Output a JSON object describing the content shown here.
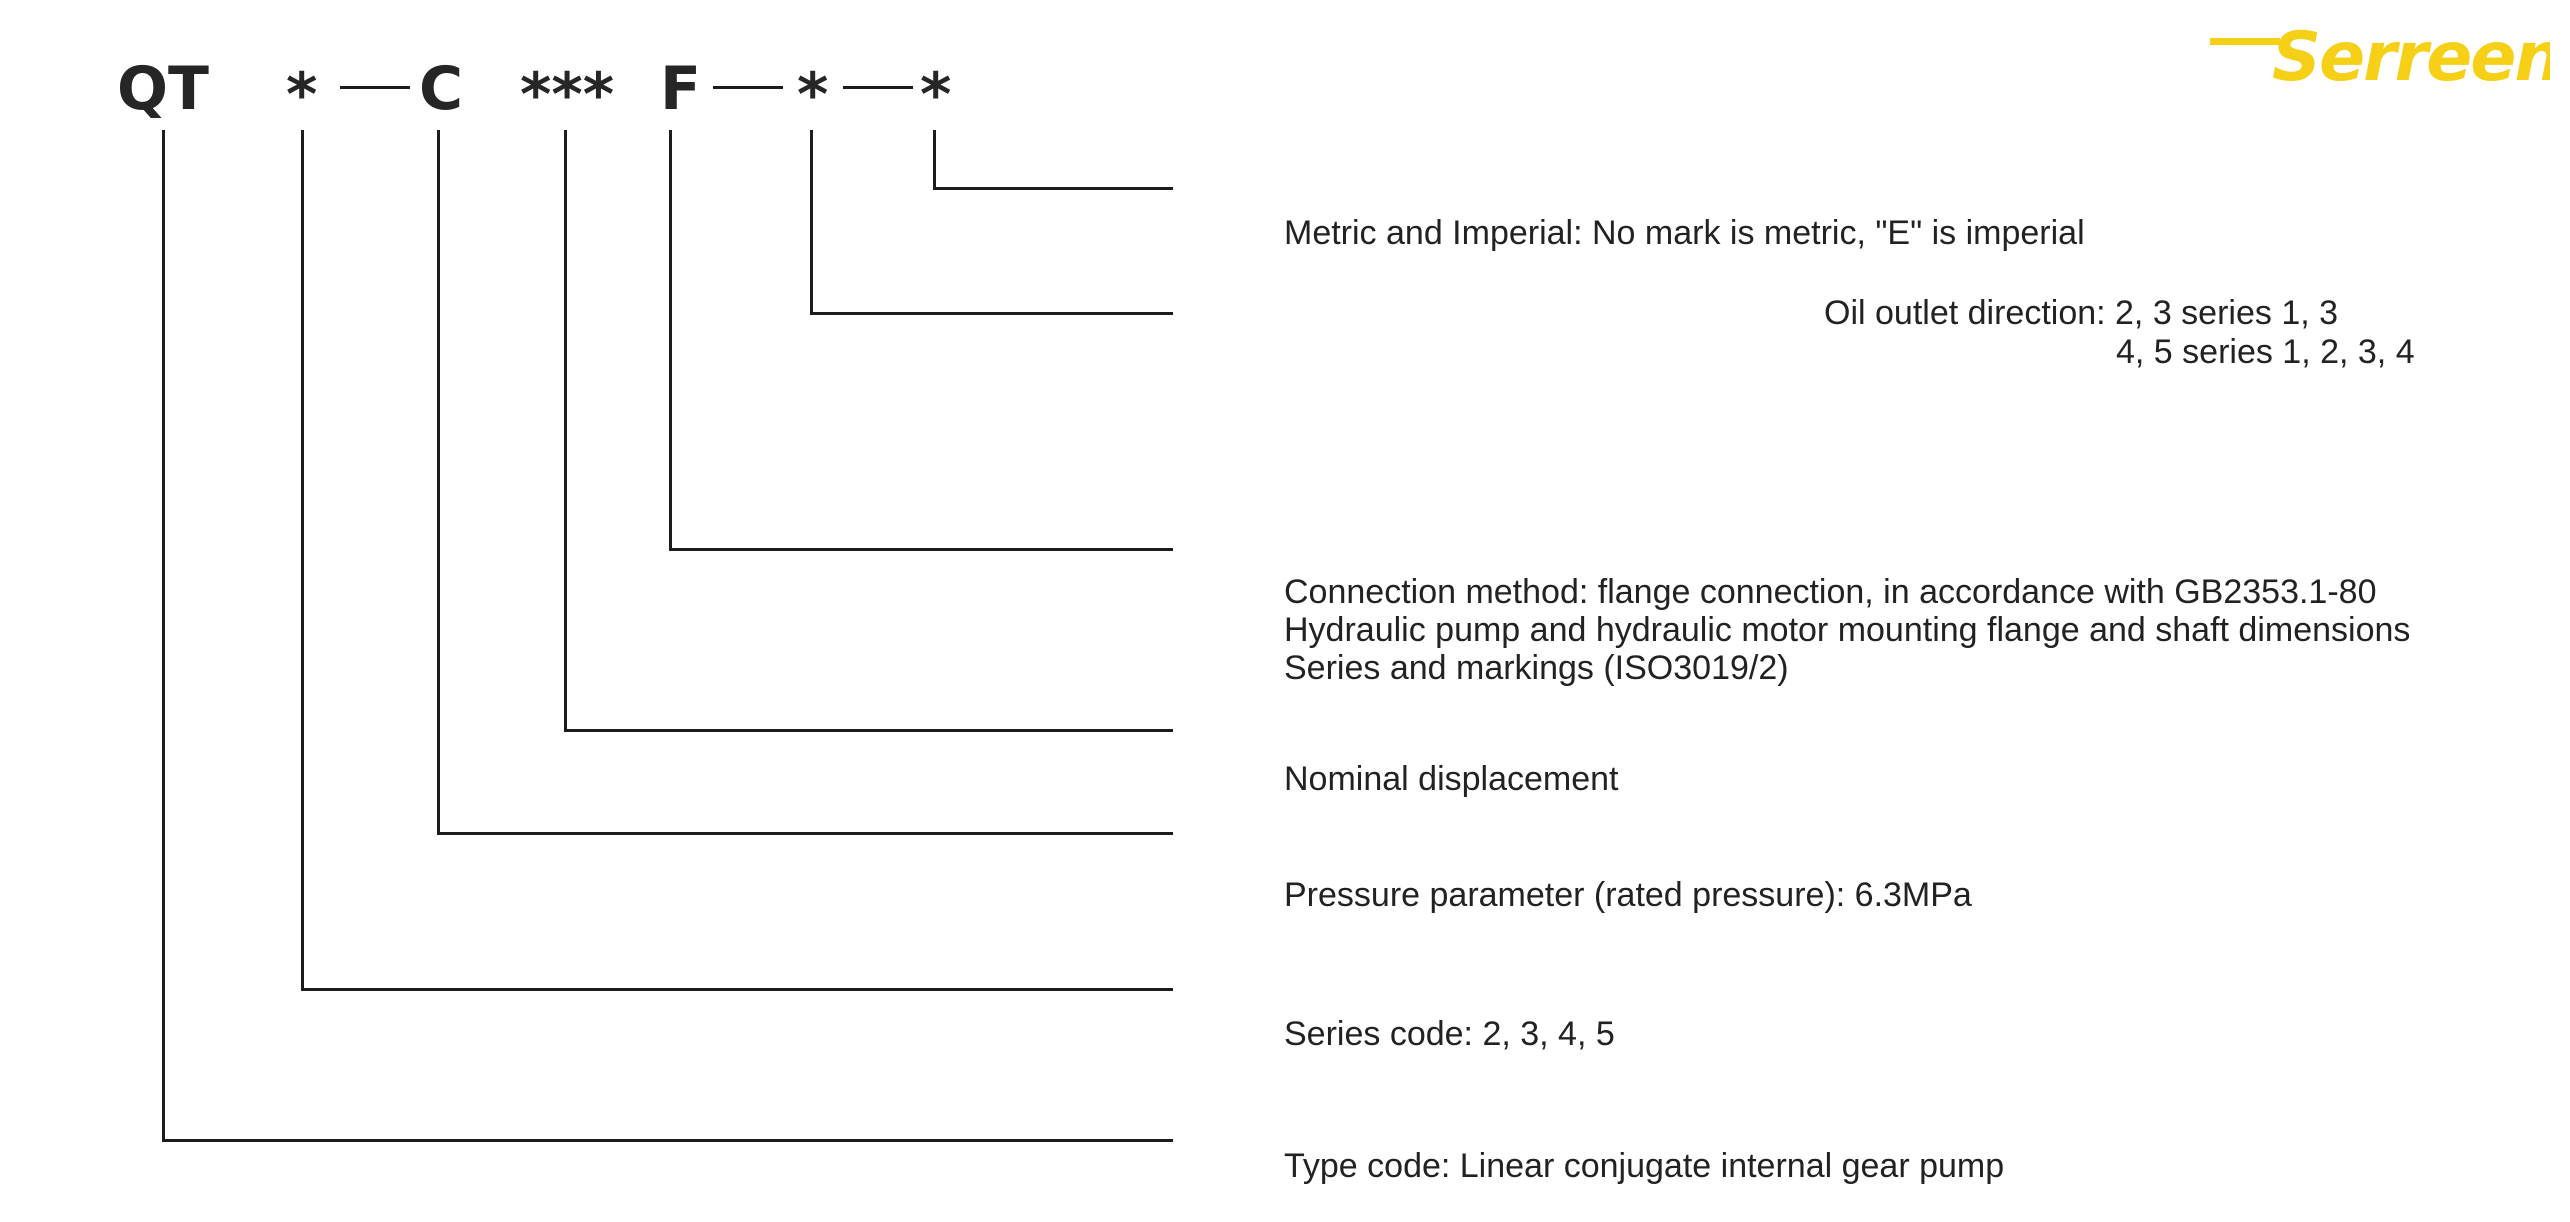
{
  "logo": {
    "text": "Serreen",
    "color": "#F5D016"
  },
  "model_code": {
    "qt": "QT",
    "series_star": "*",
    "c": "C",
    "displacement_stars": "***",
    "f": "F",
    "outlet_star": "*",
    "unit_star": "*"
  },
  "descriptions": {
    "metric_imperial": "Metric and Imperial: No mark is metric, \"E\" is imperial",
    "oil_outlet_line1": "Oil outlet direction: 2, 3 series 1, 3",
    "oil_outlet_line2": "4, 5 series 1, 2, 3, 4",
    "connection_line1": "Connection method: flange connection, in accordance with GB2353.1-80",
    "connection_line2": "Hydraulic pump and hydraulic motor mounting flange and shaft dimensions",
    "connection_line3": "Series and markings (ISO3019/2)",
    "nominal_displacement": "Nominal displacement",
    "pressure_parameter": "Pressure parameter (rated pressure): 6.3MPa",
    "series_code": "Series code: 2, 3, 4, 5",
    "type_code": "Type code: Linear conjugate internal gear pump"
  }
}
